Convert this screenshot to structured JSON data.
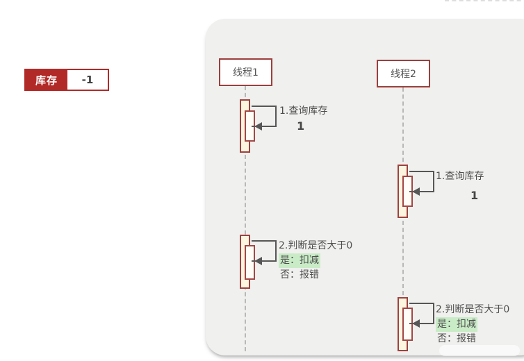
{
  "inventory_badge": {
    "label": "库存",
    "value": "-1"
  },
  "diagram": {
    "threads": [
      {
        "name": "线程1",
        "interactions": [
          {
            "step": "1.查询库存",
            "result": "1"
          },
          {
            "step": "2.判断是否大于0",
            "yes": "是：扣减",
            "no": "否：报错"
          }
        ]
      },
      {
        "name": "线程2",
        "interactions": [
          {
            "step": "1.查询库存",
            "result": "1"
          },
          {
            "step": "2.判断是否大于0",
            "yes": "是：扣减",
            "no": "否：报错"
          }
        ]
      }
    ]
  },
  "colors": {
    "badge_red": "#b22a28",
    "panel_bg": "#f0f0ee",
    "activation_border": "#9e413f",
    "activation_fill": "#fcf5df",
    "highlight_green": "#c9ecc7",
    "arrow_gray": "#565656"
  }
}
